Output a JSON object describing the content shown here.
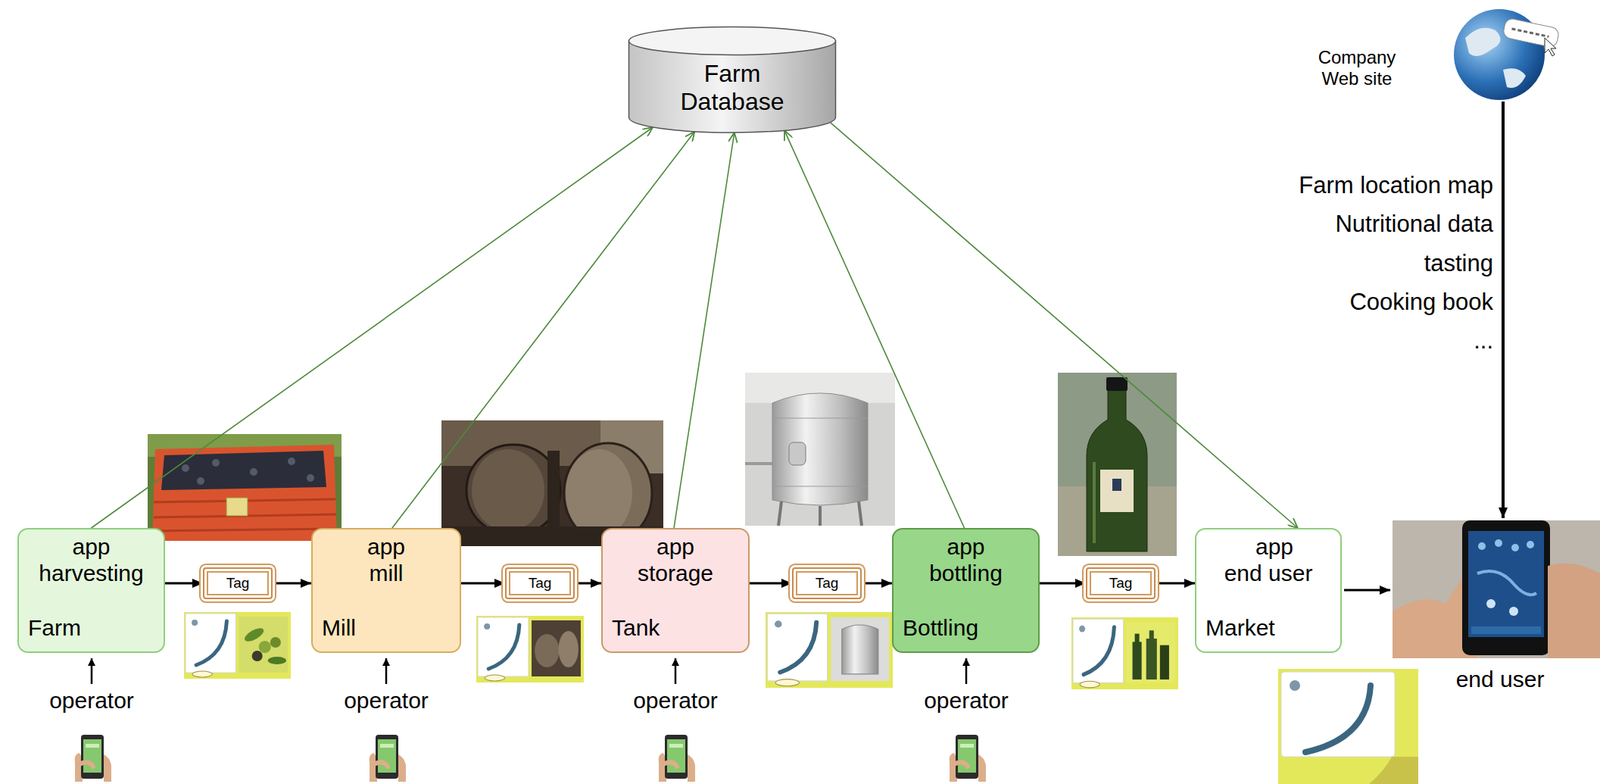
{
  "diagram": {
    "nodes": [
      {
        "text": [
          "Farm Database"
        ]
      },
      {
        "text": [
          "app harvesting",
          "Farm"
        ]
      },
      {
        "text": [
          "Tag"
        ]
      },
      {
        "text": [
          "app mill",
          "Mill"
        ]
      },
      {
        "text": [
          "Tag"
        ]
      },
      {
        "text": [
          "app storage",
          "Tank"
        ]
      },
      {
        "text": [
          "Tag"
        ]
      },
      {
        "text": [
          "app bottling",
          "Bottling"
        ]
      },
      {
        "text": [
          "Tag"
        ]
      },
      {
        "text": [
          "app end user",
          "Market"
        ]
      }
    ],
    "edges": [
      {
        "from": 1,
        "to": 2,
        "arrow": "to"
      },
      {
        "from": 2,
        "to": 3,
        "arrow": "to"
      },
      {
        "from": 3,
        "to": 4,
        "arrow": "to"
      },
      {
        "from": 4,
        "to": 5,
        "arrow": "to"
      },
      {
        "from": 5,
        "to": 6,
        "arrow": "to"
      },
      {
        "from": 6,
        "to": 7,
        "arrow": "to"
      },
      {
        "from": 7,
        "to": 8,
        "arrow": "to"
      },
      {
        "from": 8,
        "to": 9,
        "arrow": "to"
      },
      {
        "from": 1,
        "to": 0,
        "arrow": "to"
      },
      {
        "from": 3,
        "to": 0,
        "arrow": "to"
      },
      {
        "from": 5,
        "to": 0,
        "arrow": "to"
      },
      {
        "from": 7,
        "to": 0,
        "arrow": "to"
      },
      {
        "from": 0,
        "to": 9,
        "arrow": "to"
      }
    ],
    "labels": [
      "Company Web site",
      "Farm location map",
      "Nutritional data",
      "tasting",
      "Cooking book",
      "...",
      "operator",
      "operator",
      "operator",
      "operator",
      "end user"
    ]
  }
}
